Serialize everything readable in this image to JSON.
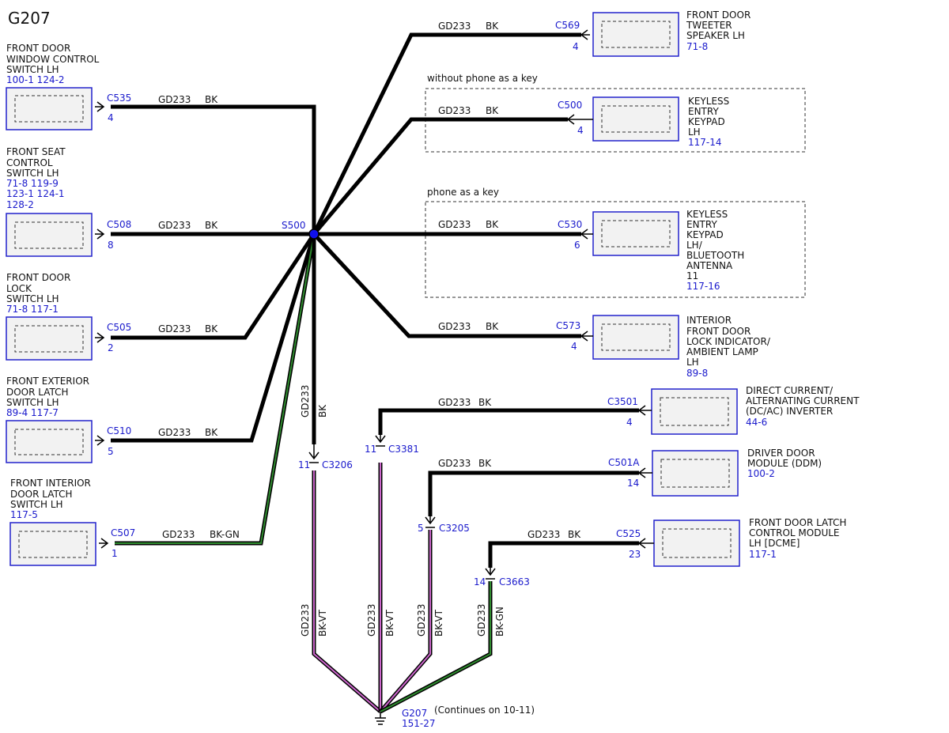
{
  "title": "G207",
  "colors": {
    "text": "#111111",
    "ref_blue": "#1a1acc",
    "wire": "#000000",
    "violet": "#cc66cc",
    "green": "#2e8b2e",
    "splice": "#1010ee"
  },
  "splice": {
    "label": "S500"
  },
  "ground": {
    "name": "G207",
    "ref": "151-27",
    "note": "(Continues on 10-11)"
  },
  "options": [
    {
      "label": "without phone as a key"
    },
    {
      "label": "phone as a key"
    }
  ],
  "left": [
    {
      "name": [
        "FRONT DOOR",
        "WINDOW CONTROL",
        "SWITCH LH"
      ],
      "refs": [
        "100-1 124-2"
      ],
      "connector": "C535",
      "pin": "4",
      "circuit": "GD233",
      "color": "BK"
    },
    {
      "name": [
        "FRONT SEAT",
        "CONTROL",
        "SWITCH LH"
      ],
      "refs": [
        "71-8   119-9",
        "123-1 124-1",
        "128-2"
      ],
      "connector": "C508",
      "pin": "8",
      "circuit": "GD233",
      "color": "BK"
    },
    {
      "name": [
        "FRONT DOOR",
        "LOCK",
        "SWITCH LH"
      ],
      "refs": [
        "71-8   117-1"
      ],
      "connector": "C505",
      "pin": "2",
      "circuit": "GD233",
      "color": "BK"
    },
    {
      "name": [
        "FRONT EXTERIOR",
        "DOOR LATCH",
        "SWITCH LH"
      ],
      "refs": [
        "89-4   117-7"
      ],
      "connector": "C510",
      "pin": "5",
      "circuit": "GD233",
      "color": "BK"
    },
    {
      "name": [
        "FRONT INTERIOR",
        "DOOR LATCH",
        "SWITCH LH"
      ],
      "refs": [
        "117-5"
      ],
      "connector": "C507",
      "pin": "1",
      "circuit": "GD233",
      "color": "BK-GN"
    }
  ],
  "right": [
    {
      "name": [
        "FRONT DOOR",
        "TWEETER",
        "SPEAKER LH"
      ],
      "refs": [
        "71-8"
      ],
      "connector": "C569",
      "pin": "4",
      "circuit": "GD233",
      "color": "BK"
    },
    {
      "name": [
        "KEYLESS",
        "ENTRY",
        "KEYPAD",
        "LH"
      ],
      "refs": [
        "117-14"
      ],
      "connector": "C500",
      "pin": "4",
      "circuit": "GD233",
      "color": "BK"
    },
    {
      "name": [
        "KEYLESS",
        "ENTRY",
        "KEYPAD",
        "LH/",
        "BLUETOOTH",
        "ANTENNA",
        "11"
      ],
      "refs": [
        "117-16"
      ],
      "connector": "C530",
      "pin": "6",
      "circuit": "GD233",
      "color": "BK"
    },
    {
      "name": [
        "INTERIOR",
        "FRONT DOOR",
        "LOCK INDICATOR/",
        "AMBIENT LAMP",
        "LH"
      ],
      "refs": [
        "89-8"
      ],
      "connector": "C573",
      "pin": "4",
      "circuit": "GD233",
      "color": "BK"
    },
    {
      "name": [
        "DIRECT CURRENT/",
        "ALTERNATING CURRENT",
        "(DC/AC) INVERTER"
      ],
      "refs": [
        "44-6"
      ],
      "connector": "C3501",
      "pin": "4",
      "circuit": "GD233",
      "color": "BK"
    },
    {
      "name": [
        "DRIVER DOOR",
        "MODULE (DDM)"
      ],
      "refs": [
        "100-2"
      ],
      "connector": "C501A",
      "pin": "14",
      "circuit": "GD233",
      "color": "BK"
    },
    {
      "name": [
        "FRONT DOOR LATCH",
        "CONTROL MODULE",
        "LH [DCME]"
      ],
      "refs": [
        "117-1"
      ],
      "connector": "C525",
      "pin": "23",
      "circuit": "GD233",
      "color": "BK"
    }
  ],
  "inline": [
    {
      "connector": "C3206",
      "pin": "11",
      "circuit_above": "GD233",
      "color_above": "BK",
      "circuit_below": "GD233",
      "color_below": "BK-VT"
    },
    {
      "connector": "C3381",
      "pin": "11",
      "circuit_below": "GD233",
      "color_below": "BK-VT"
    },
    {
      "connector": "C3205",
      "pin": "5",
      "circuit_below": "GD233",
      "color_below": "BK-VT"
    },
    {
      "connector": "C3663",
      "pin": "14",
      "circuit_below": "GD233",
      "color_below": "BK-GN"
    }
  ]
}
